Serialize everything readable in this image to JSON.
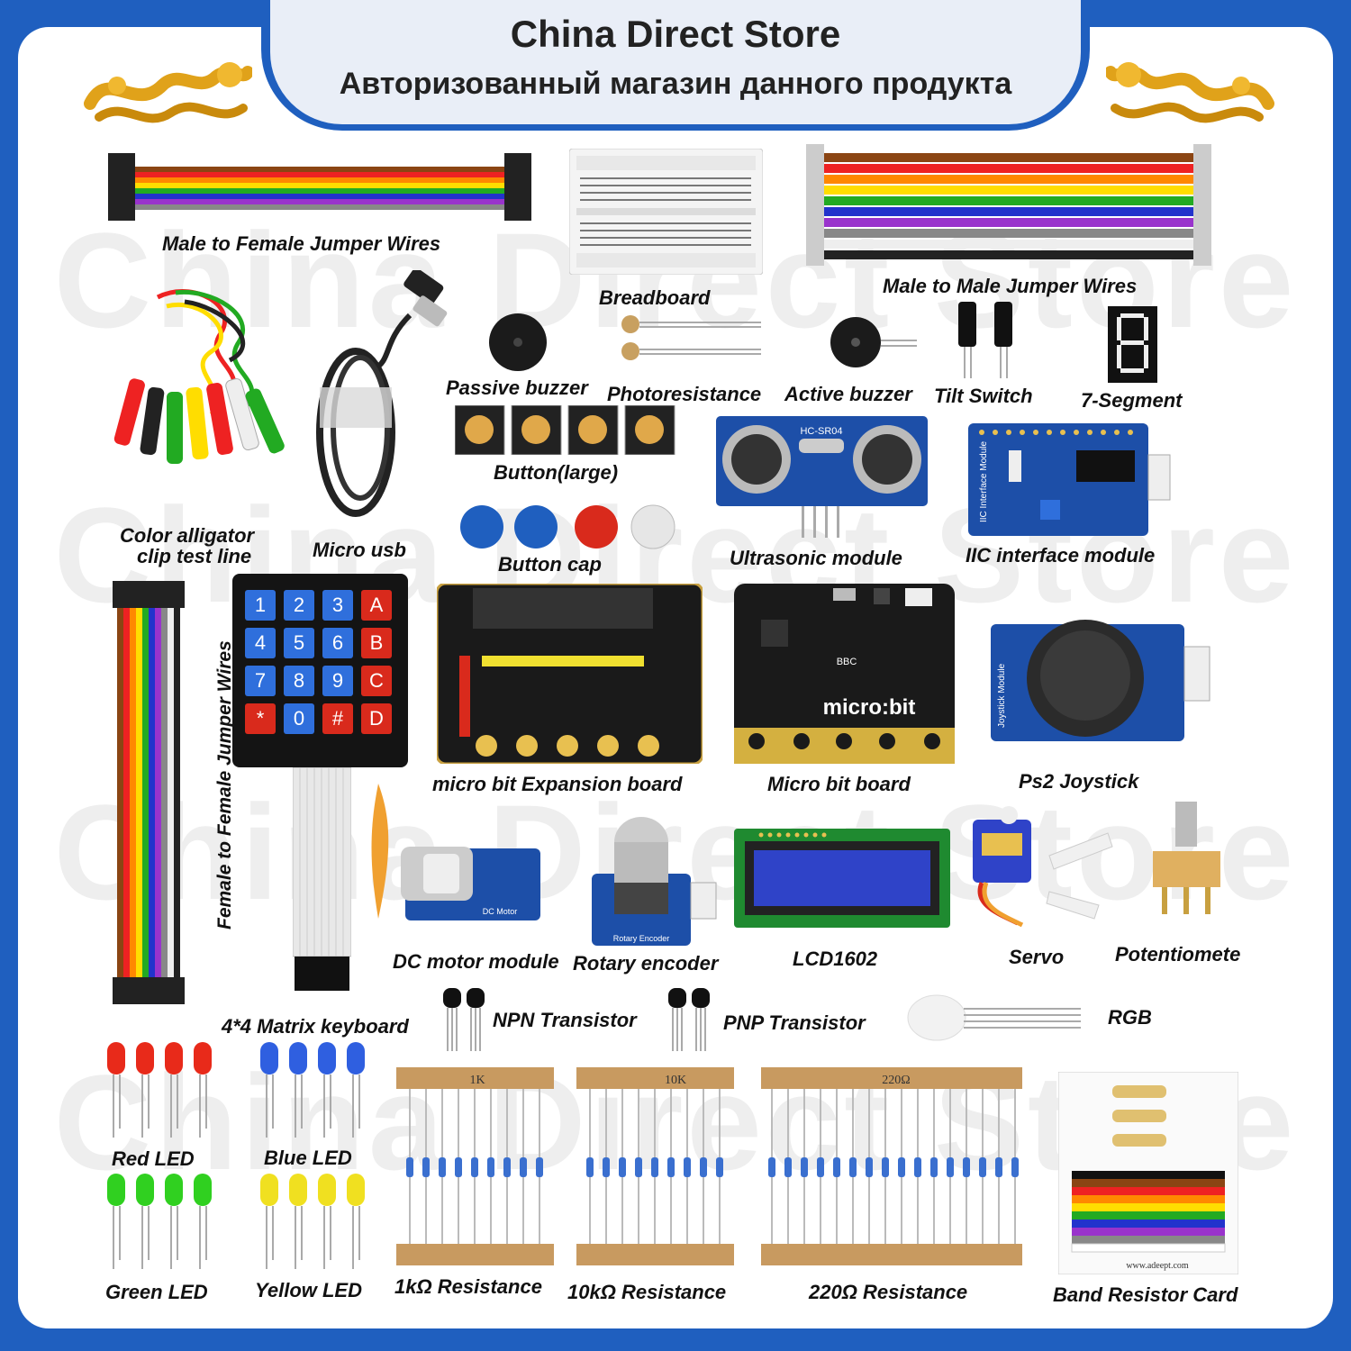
{
  "header": {
    "store_name": "China Direct Store",
    "subtitle": "Авторизованный магазин данного продукта"
  },
  "watermark": [
    "China Direct Store",
    "China Direct Store",
    "China Direct Store",
    "China Direct Store"
  ],
  "labels": {
    "mf_wires": "Male to Female Jumper Wires",
    "breadboard": "Breadboard",
    "mm_wires": "Male to Male Jumper Wires",
    "passive_buzzer": "Passive buzzer",
    "photoresistance": "Photoresistance",
    "active_buzzer": "Active buzzer",
    "tilt_switch": "Tilt Switch",
    "seven_segment": "7-Segment",
    "button_large": "Button(large)",
    "alligator_1": "Color alligator",
    "alligator_2": "clip test line",
    "micro_usb": "Micro usb",
    "button_cap": "Button cap",
    "ultrasonic": "Ultrasonic module",
    "iic": "IIC interface module",
    "ff_wires": "Female to Female Jumper Wires",
    "expansion": "micro bit Expansion board",
    "microbit": "Micro bit board",
    "joystick": "Ps2 Joystick",
    "dc_motor": "DC motor module",
    "rotary": "Rotary encoder",
    "lcd": "LCD1602",
    "servo": "Servo",
    "pot": "Potentiomete",
    "keyboard": "4*4 Matrix keyboard",
    "npn": "NPN Transistor",
    "pnp": "PNP Transistor",
    "rgb": "RGB",
    "red_led": "Red LED",
    "blue_led": "Blue LED",
    "green_led": "Green LED",
    "yellow_led": "Yellow LED",
    "r1k": "1kΩ Resistance",
    "r10k": "10kΩ Resistance",
    "r220": "220Ω Resistance",
    "card": "Band Resistor Card"
  },
  "keypad_keys": [
    "1",
    "2",
    "3",
    "A",
    "4",
    "5",
    "6",
    "B",
    "7",
    "8",
    "9",
    "C",
    "*",
    "0",
    "#",
    "D"
  ],
  "resistor_tags": [
    "1K",
    "10K",
    "220Ω"
  ],
  "board_text": {
    "ultrasonic": "HC-SR04",
    "microbit_logo": "micro:bit",
    "microbit_bbc": "BBC",
    "motor_tag": "DC Motor",
    "rotary_tag": "Rotary Encoder",
    "iic_tag": "IIC Interface Module",
    "joystick_tag": "Joystick Module",
    "card_url": "www.adeept.com"
  },
  "colors": {
    "accent_blue": "#1f5fbf",
    "dragon_gold": "#e0a21a",
    "board_blue": "#1d4fa8",
    "board_black": "#1a1a1a"
  }
}
